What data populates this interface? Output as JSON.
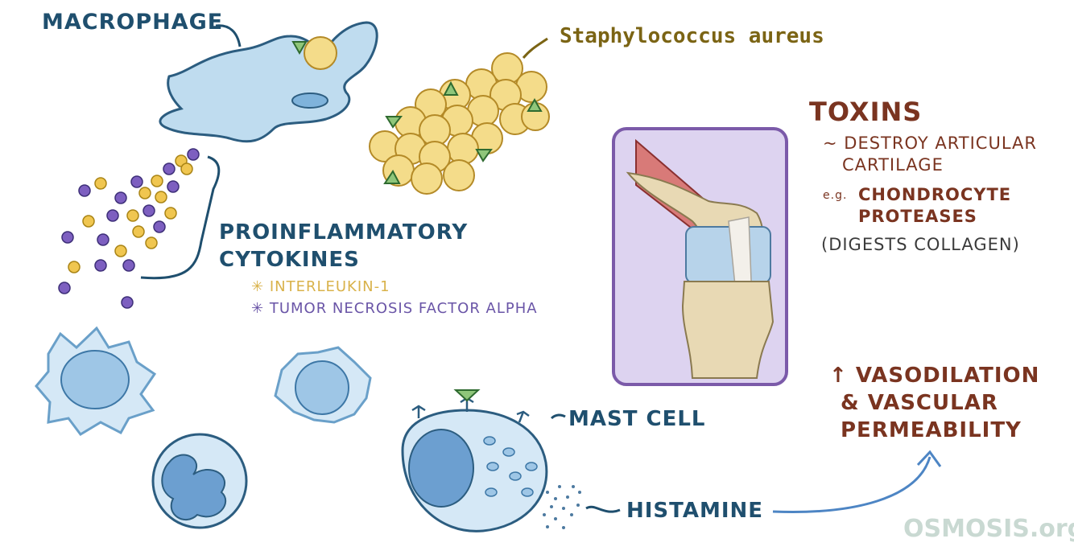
{
  "labels": {
    "macrophage": "MACROPHAGE",
    "bacteria": "Staphylococcus aureus",
    "cytokines_line1": "PROINFLAMMATORY",
    "cytokines_line2": "CYTOKINES",
    "il1": "INTERLEUKIN-1",
    "tnf": "TUMOR NECROSIS FACTOR ALPHA",
    "bullet": "✳",
    "mast_cell": "MAST CELL",
    "histamine": "HISTAMINE"
  },
  "toxins": {
    "title": "TOXINS",
    "line1": "~ DESTROY ARTICULAR",
    "line2": "CARTILAGE",
    "eg": "e.g.",
    "protease1": "CHONDROCYTE",
    "protease2": "PROTEASES",
    "note": "(DIGESTS COLLAGEN)"
  },
  "effect": {
    "arrow": "↑",
    "line1": "VASODILATION",
    "line2": "& VASCULAR",
    "line3": "PERMEABILITY"
  },
  "watermark": "OSMOSIS.org",
  "colors": {
    "navy": "#1f4f6e",
    "olive": "#7b6414",
    "brown": "#7a3420",
    "interleukin": "#d9b24a",
    "tnf": "#6a55a7",
    "cell_blue": "#bfdcef",
    "bacteria_yellow": "#f4dc8a"
  }
}
